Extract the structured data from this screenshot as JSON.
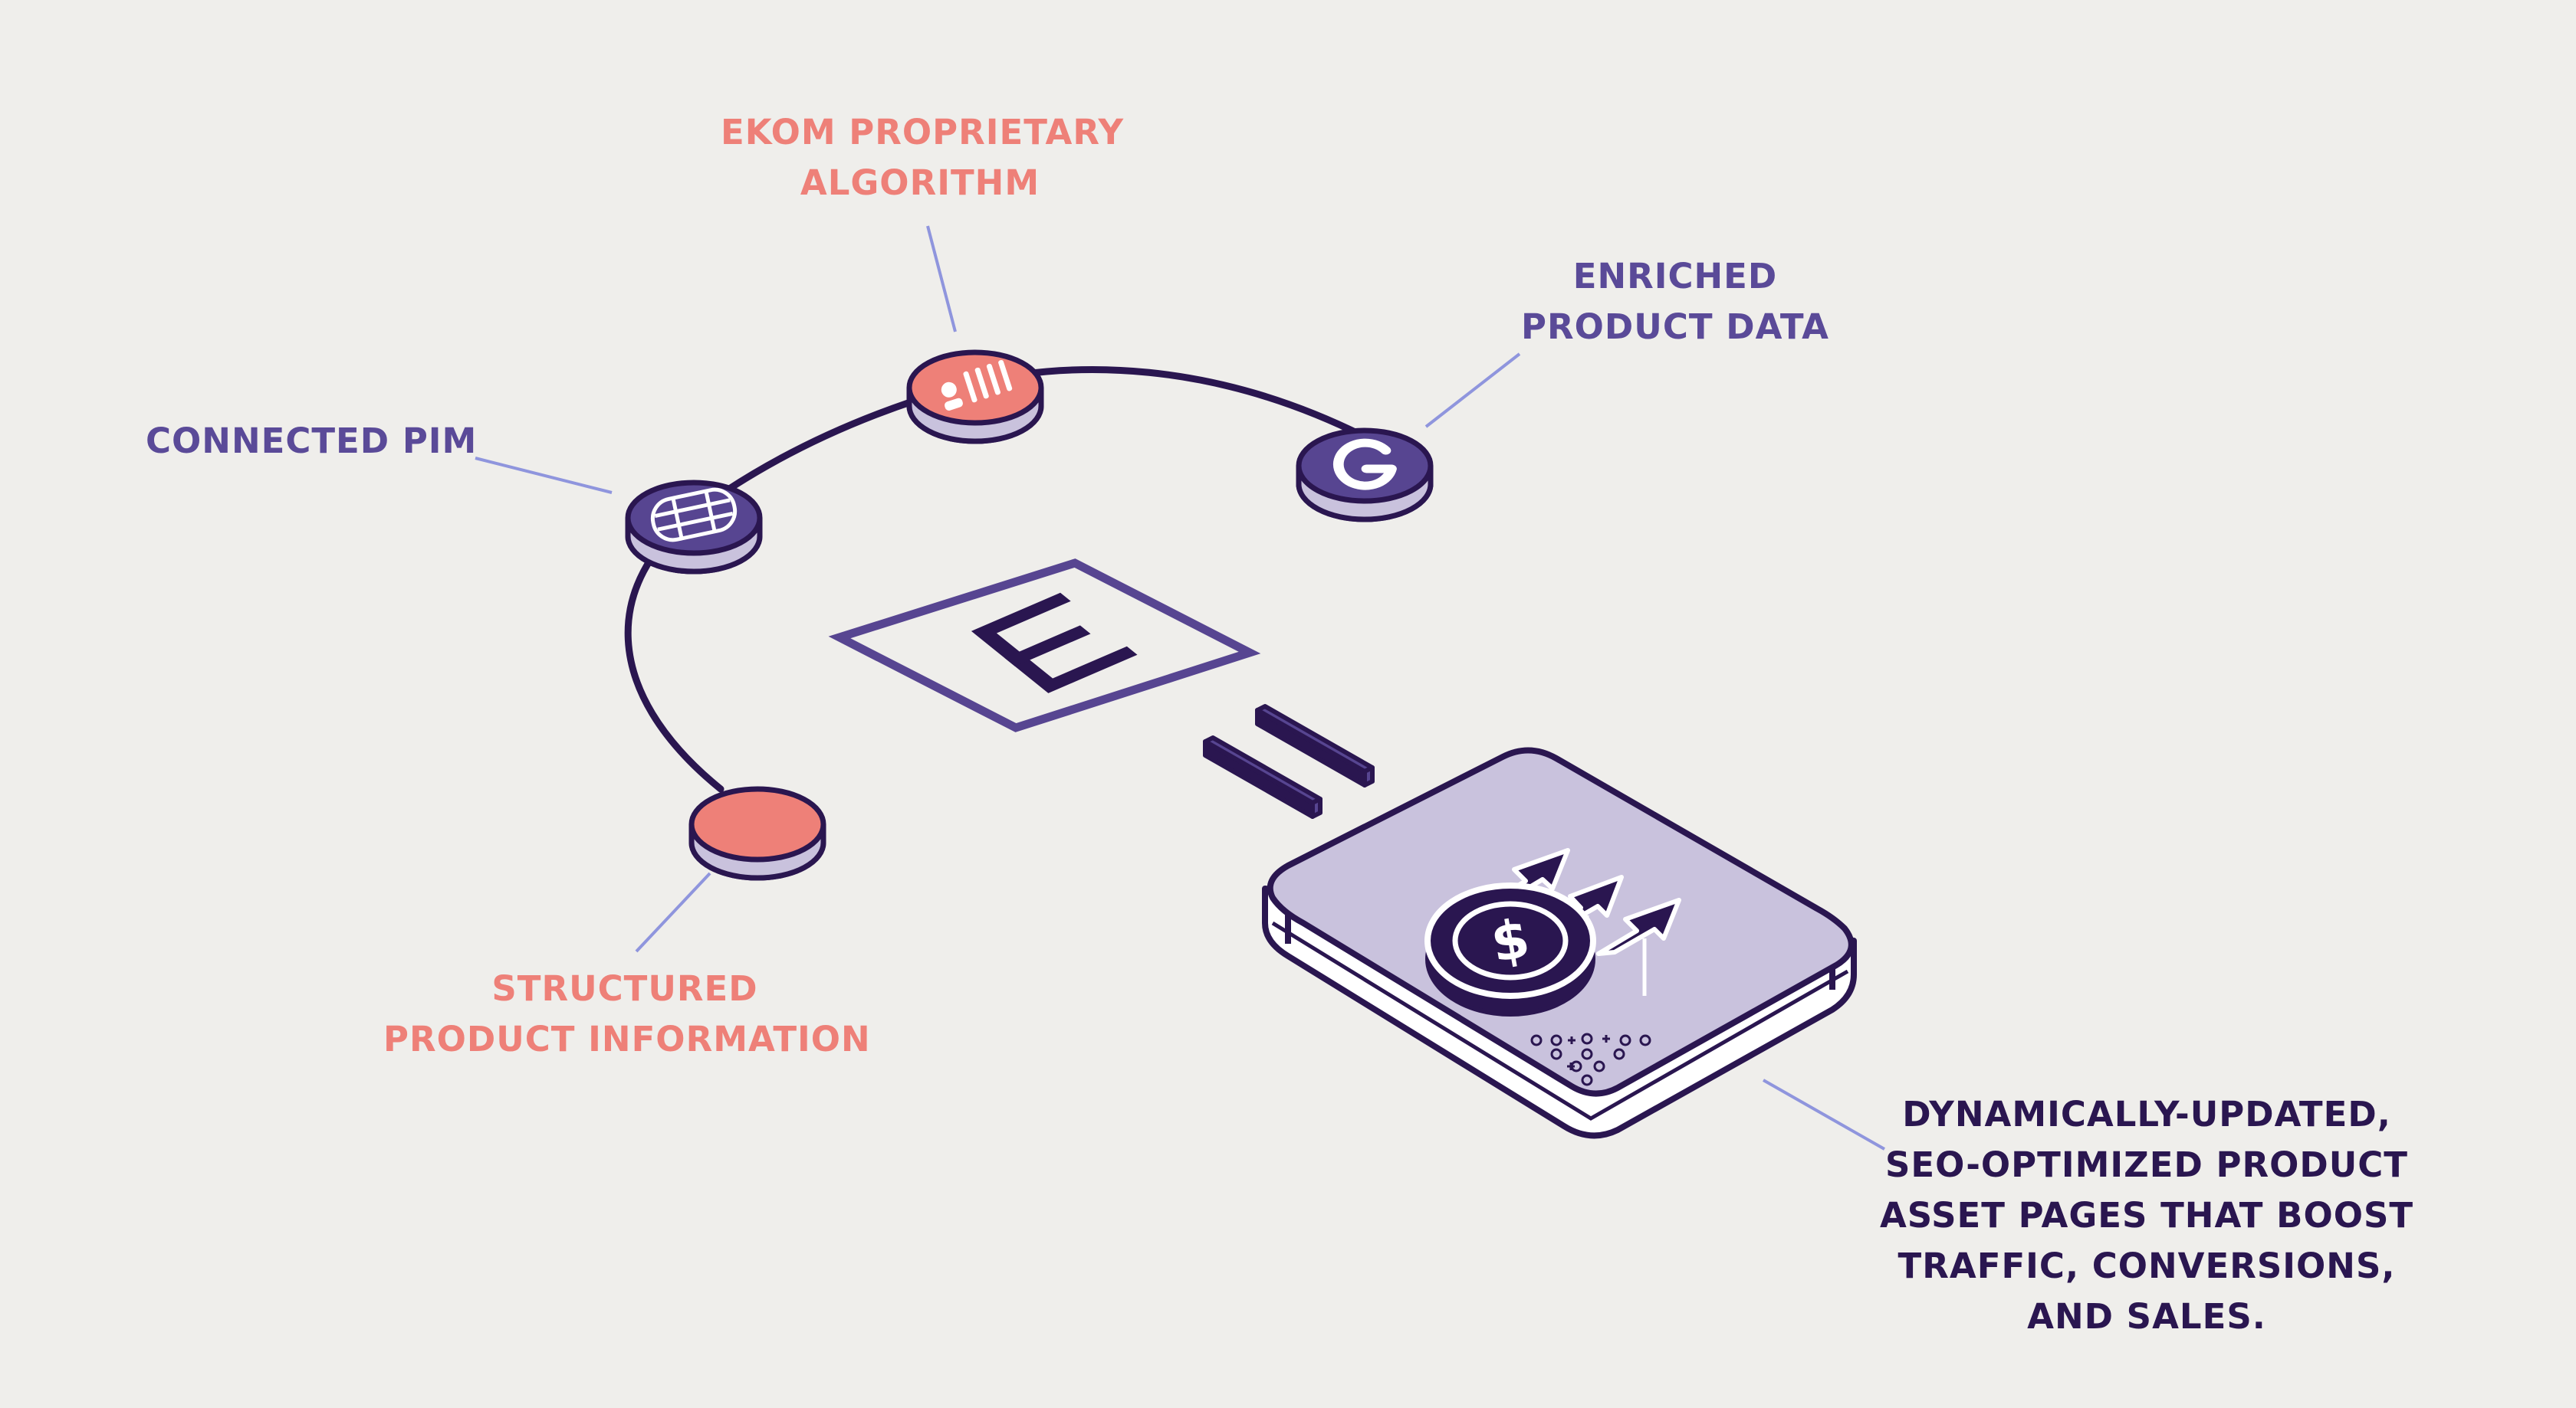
{
  "labels": {
    "algorithm": [
      "EKOM PROPRIETARY",
      "ALGORITHM"
    ],
    "enriched": [
      "ENRICHED",
      "PRODUCT DATA"
    ],
    "pim": [
      "CONNECTED PIM"
    ],
    "structured": [
      "STRUCTURED",
      "PRODUCT INFORMATION"
    ],
    "output": [
      "DYNAMICALLY-UPDATED,",
      "SEO-OPTIMIZED PRODUCT",
      "ASSET PAGES THAT BOOST",
      "TRAFFIC, CONVERSIONS,",
      "AND SALES."
    ]
  },
  "icons": {
    "pim_node": "database-icon",
    "algorithm_node": "algorithm-icon",
    "enriched_node": "g-logo-icon",
    "structured_node": "circle-node",
    "center_logo": "ekom-e-logo",
    "equals": "equals-sign",
    "output": "dollar-growth-icon"
  },
  "colors": {
    "background": "#efeeeb",
    "coral": "#ee8078",
    "purple": "#5a4a98",
    "navy": "#2a1650",
    "lavender": "#c9c2dd",
    "leader_line": "#8f95dd"
  }
}
